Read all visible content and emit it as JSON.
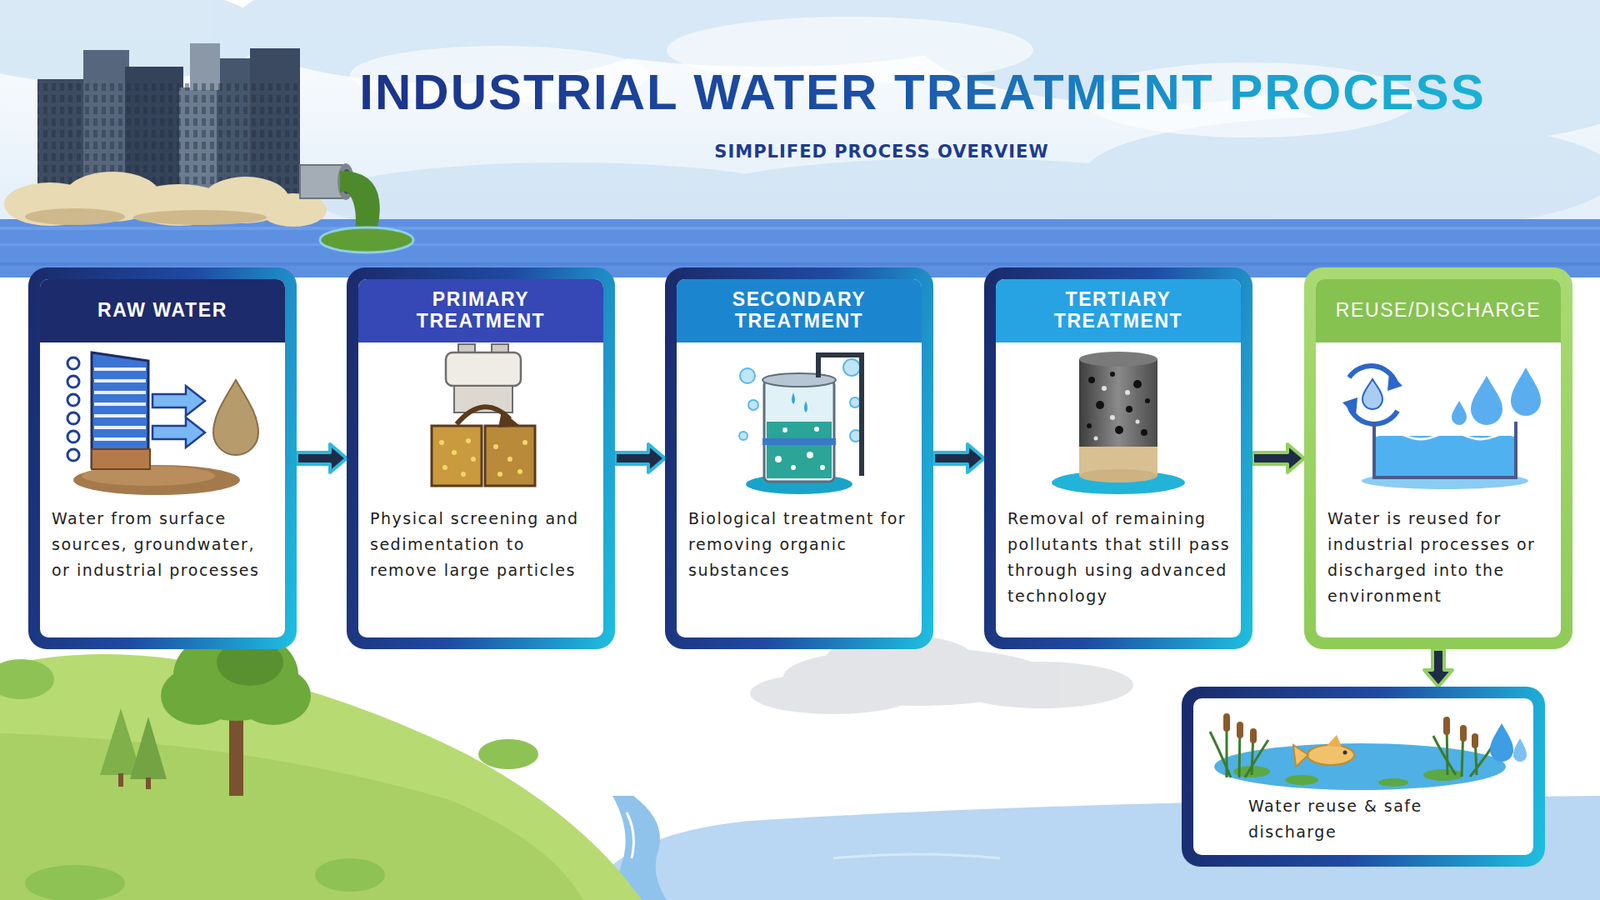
{
  "diagram": {
    "title": "INDUSTRIAL WATER TREATMENT PROCESS",
    "nodes": [
      {
        "text": [
          "RAW WATER",
          "Water from surface sources, groundwater, or industrial processes"
        ]
      },
      {
        "text": [
          "PRIMARY TREATMENT",
          "Physical screening and sedimentation to remove large particles"
        ]
      },
      {
        "text": [
          "SECONDARY TREATMENT",
          "Biological treatment for removing organic substances"
        ]
      },
      {
        "text": [
          "TERTIARY TREATMENT",
          "Removal of remaining pollutants that still pass through using advanced technology"
        ]
      },
      {
        "text": [
          "REUSE/DISCHARGE",
          "Water is reused for industrial processes or discharged into the environment"
        ]
      },
      {
        "text": [
          "Water reuse & safe discharge"
        ]
      }
    ],
    "edges": [
      {
        "from": 0,
        "to": 1,
        "arrow": "to"
      },
      {
        "from": 1,
        "to": 2,
        "arrow": "to"
      },
      {
        "from": 2,
        "to": 3,
        "arrow": "to"
      },
      {
        "from": 3,
        "to": 4,
        "arrow": "to"
      },
      {
        "from": 4,
        "to": 5,
        "arrow": "to"
      }
    ],
    "labels": [
      "SIMPLIFED PROCESS OVERVIEW"
    ]
  }
}
